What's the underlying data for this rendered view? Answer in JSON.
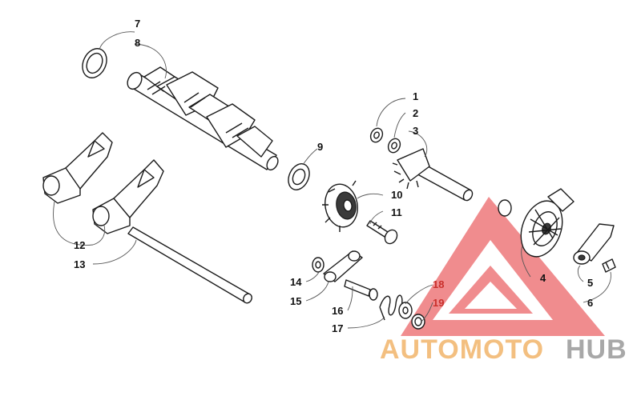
{
  "diagram": {
    "callouts": [
      {
        "id": "1",
        "label": "1"
      },
      {
        "id": "2",
        "label": "2"
      },
      {
        "id": "3",
        "label": "3"
      },
      {
        "id": "4",
        "label": "4"
      },
      {
        "id": "5",
        "label": "5"
      },
      {
        "id": "6",
        "label": "6"
      },
      {
        "id": "7",
        "label": "7"
      },
      {
        "id": "8",
        "label": "8"
      },
      {
        "id": "9",
        "label": "9"
      },
      {
        "id": "10",
        "label": "10"
      },
      {
        "id": "11",
        "label": "11"
      },
      {
        "id": "12",
        "label": "12"
      },
      {
        "id": "13",
        "label": "13"
      },
      {
        "id": "14",
        "label": "14"
      },
      {
        "id": "15",
        "label": "15"
      },
      {
        "id": "16",
        "label": "16"
      },
      {
        "id": "17",
        "label": "17"
      },
      {
        "id": "18",
        "label": "18"
      },
      {
        "id": "19",
        "label": "19"
      }
    ],
    "highlighted_callouts": [
      "18",
      "19"
    ]
  },
  "watermark": {
    "brand_part1": "AUTOMOTO",
    "brand_part2": "HUB",
    "color_part1": "#f2b56b",
    "color_part2": "#9a9a9a",
    "logo_color": "#e8474a"
  }
}
